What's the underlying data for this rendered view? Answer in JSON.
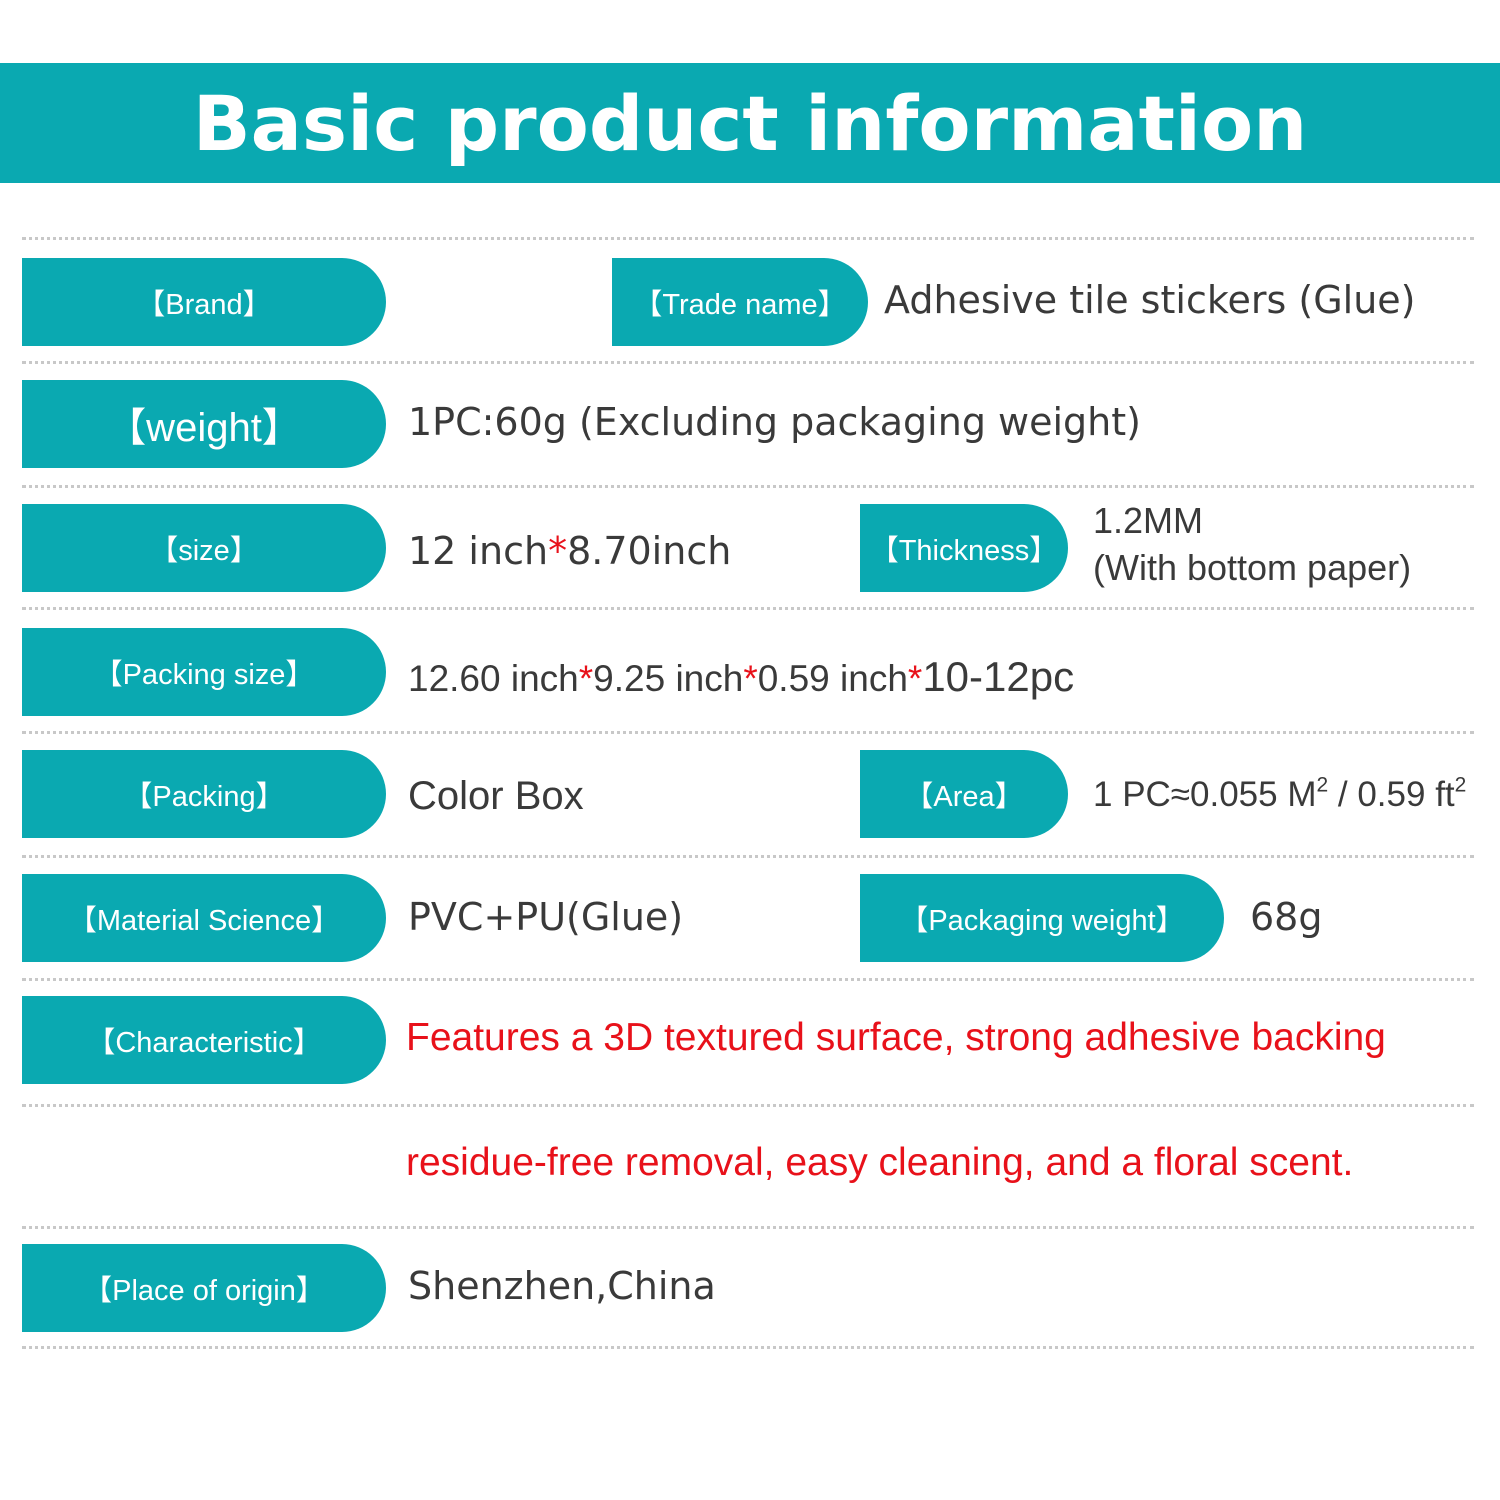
{
  "title": "Basic product information",
  "rows": {
    "brand": {
      "label": "【Brand】"
    },
    "trade_name": {
      "label": "【Trade name】",
      "value": "Adhesive tile stickers (Glue)"
    },
    "weight": {
      "label": "【weight】",
      "value": "1PC:60g (Excluding packaging weight)"
    },
    "size": {
      "label": "【size】",
      "value_a": "12 inch",
      "star": "*",
      "value_b": "8.70inch"
    },
    "thickness": {
      "label": "【Thickness】",
      "line1": "1.2MM",
      "line2": "(With bottom paper)"
    },
    "packing_size": {
      "label": "【Packing size】",
      "part1": "12.60 inch",
      "part2": "9.25 inch",
      "part3": "0.59 inch",
      "part4": "10-12pc",
      "star": "*"
    },
    "packing": {
      "label": "【Packing】",
      "value": "Color Box"
    },
    "area": {
      "label": "【Area】",
      "value_a": "1 PC≈0.055 M",
      "sup_a": "2",
      "value_b": " / 0.59 ft",
      "sup_b": "2"
    },
    "material": {
      "label": "【Material Science】",
      "value": "PVC+PU(Glue)"
    },
    "packaging_weight": {
      "label": "【Packaging weight】",
      "value": "68g"
    },
    "characteristic": {
      "label": "【Characteristic】",
      "line1": "Features a 3D textured surface, strong adhesive backing",
      "line2": "residue-free removal, easy cleaning, and a floral scent."
    },
    "origin": {
      "label": "【Place of origin】",
      "value": "Shenzhen,China"
    }
  },
  "colors": {
    "accent": "#0aa9b1",
    "highlight": "#e8111a",
    "text": "#3a3a3a",
    "separator": "#c8c8c8"
  }
}
